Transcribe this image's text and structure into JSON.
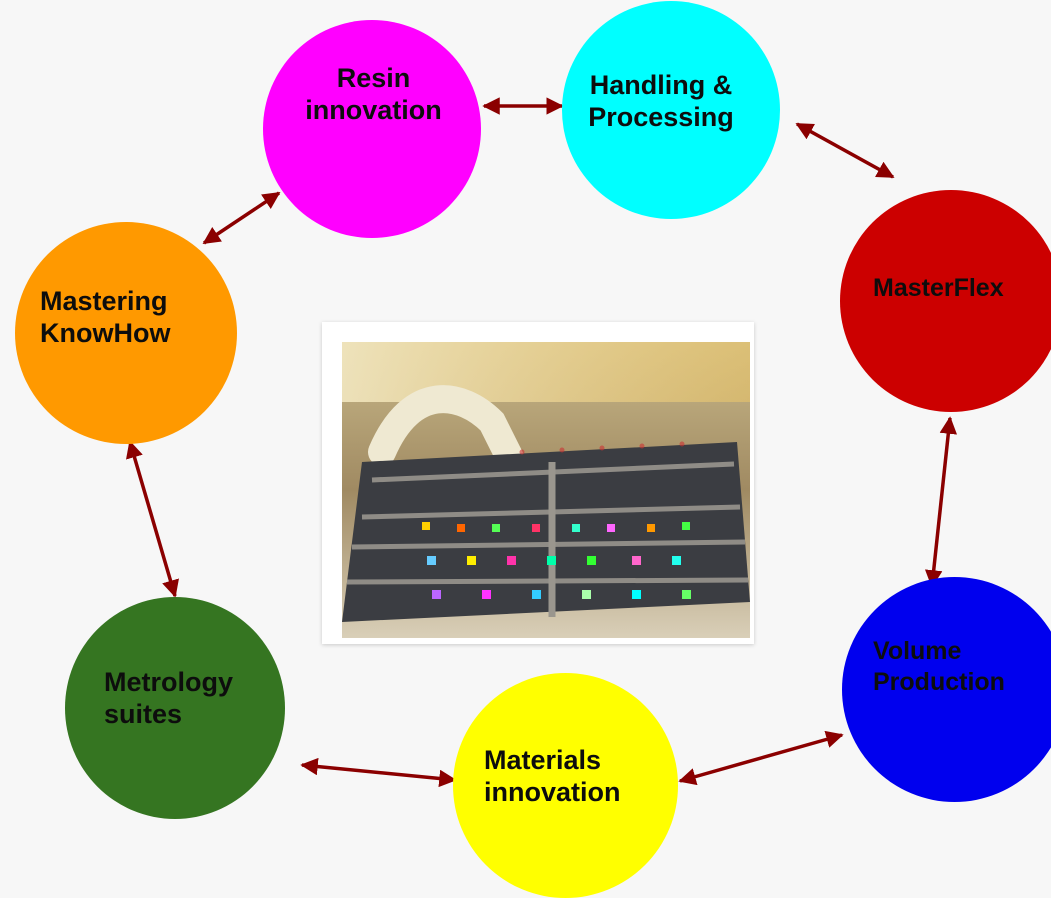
{
  "nodes": {
    "resin": {
      "label": "Resin\ninnovation",
      "color": "#ff00ff"
    },
    "handling": {
      "label": "Handling &\nProcessing",
      "color": "#00ffff"
    },
    "masterflex": {
      "label": "MasterFlex",
      "color": "#cc0000"
    },
    "volume": {
      "label": "Volume\nProduction",
      "color": "#0000ee"
    },
    "materials": {
      "label": "Materials\ninnovation",
      "color": "#ffff00"
    },
    "metrology": {
      "label": "Metrology\nsuites",
      "color": "#357521"
    },
    "mastering": {
      "label": "Mastering\nKnowHow",
      "color": "#ff9900"
    }
  },
  "connector_color": "#8b0000",
  "center_image": {
    "subject": "production-equipment-photo",
    "icon": "machine-photo"
  }
}
